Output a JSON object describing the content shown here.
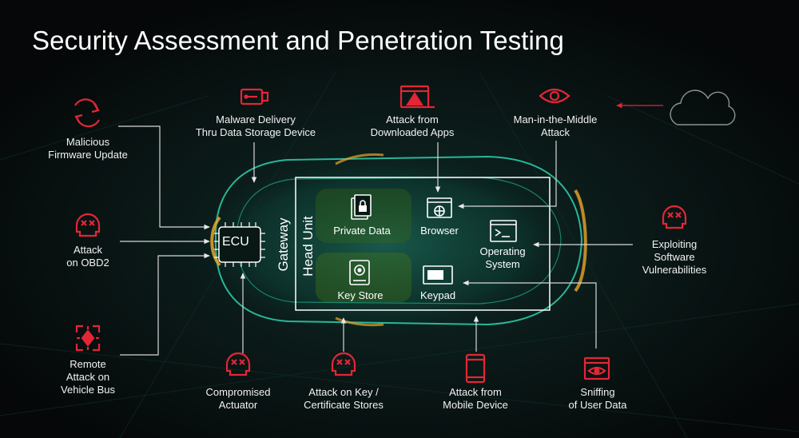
{
  "title": "Security Assessment and Penetration Testing",
  "colors": {
    "accent": "#e32636",
    "line": "#d0d0d0",
    "glow": "#29d4b0",
    "warm": "#e8a72a",
    "background": "#050708"
  },
  "diagram": {
    "ecu": "ECU",
    "gateway": "Gateway",
    "head_unit": "Head Unit",
    "private_data": "Private Data",
    "browser": "Browser",
    "operating_system": "Operating\nSystem",
    "key_store": "Key Store",
    "keypad": "Keypad"
  },
  "threats": {
    "firmware": {
      "label": "Malicious\nFirmware Update",
      "icon": "refresh-icon"
    },
    "malware": {
      "label": "Malware Delivery\nThru Data Storage Device",
      "icon": "usb-drive-icon"
    },
    "apps": {
      "label": "Attack from\nDownloaded Apps",
      "icon": "warning-window-icon"
    },
    "mitm": {
      "label": "Man-in-the-Middle\nAttack",
      "icon": "eye-icon"
    },
    "obd2": {
      "label": "Attack\non OBD2",
      "icon": "skull-icon"
    },
    "software": {
      "label": "Exploiting\nSoftware\nVulnerabilities",
      "icon": "skull-icon"
    },
    "bus": {
      "label": "Remote\nAttack on\nVehicle Bus",
      "icon": "target-icon"
    },
    "actuator": {
      "label": "Compromised\nActuator",
      "icon": "skull-icon"
    },
    "keystore": {
      "label": "Attack on Key /\nCertificate Stores",
      "icon": "skull-icon"
    },
    "mobile": {
      "label": "Attack from\nMobile Device",
      "icon": "mobile-icon"
    },
    "sniffing": {
      "label": "Sniffing\nof User Data",
      "icon": "eye-window-icon"
    }
  }
}
